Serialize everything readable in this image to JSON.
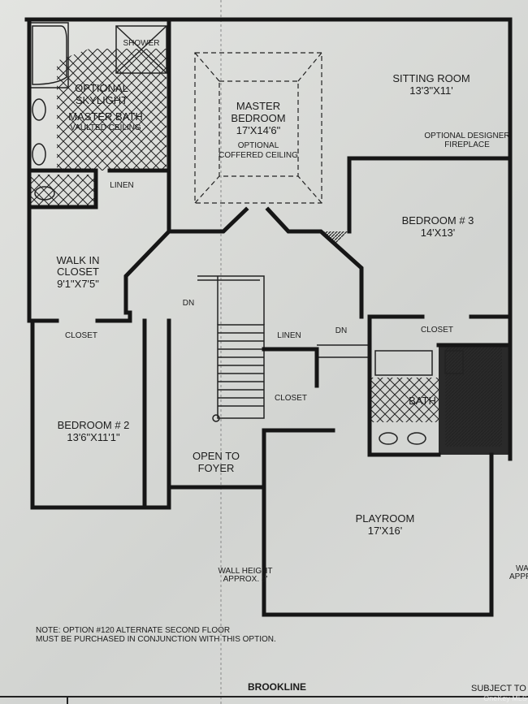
{
  "plan": {
    "title": "BROOKLINE",
    "subject_note": "SUBJECT TO V",
    "watermark": "OneKey MLS",
    "note_line1": "NOTE: OPTION #120 ALTERNATE SECOND FLOOR",
    "note_line2": "MUST BE PURCHASED IN CONJUNCTION WITH THIS OPTION.",
    "rooms": {
      "shower": "SHOWER",
      "skylight1": "OPTIONAL",
      "skylight2": "SKYLIGHT",
      "master_bath": "MASTER BATH",
      "master_bath_sub": "VAULTED CEILING",
      "linen1": "LINEN",
      "master_bed1": "MASTER",
      "master_bed2": "BEDROOM",
      "master_bed_dim": "17'X14'6\"",
      "coffered1": "OPTIONAL",
      "coffered2": "COFFERED CEILING",
      "sitting": "SITTING ROOM",
      "sitting_dim": "13'3\"X11'",
      "fireplace1": "OPTIONAL DESIGNER",
      "fireplace2": "FIREPLACE",
      "bed3": "BEDROOM # 3",
      "bed3_dim": "14'X13'",
      "wic1": "WALK IN",
      "wic2": "CLOSET",
      "wic_dim": "9'1\"X7'5\"",
      "dn1": "DN",
      "dn2": "DN",
      "linen2": "LINEN",
      "closet1": "CLOSET",
      "closet2": "CLOSET",
      "closet3": "CLOSET",
      "bath": "BATH",
      "bed2": "BEDROOM # 2",
      "bed2_dim": "13'6\"X11'1\"",
      "foyer1": "OPEN TO",
      "foyer2": "FOYER",
      "playroom": "PLAYROOM",
      "playroom_dim": "17'X16'",
      "wall_h1": "WALL HEIGHT",
      "wall_h2": "APPROX. 5'",
      "wall_r1": "WALL H",
      "wall_r2": "APPR"
    }
  }
}
